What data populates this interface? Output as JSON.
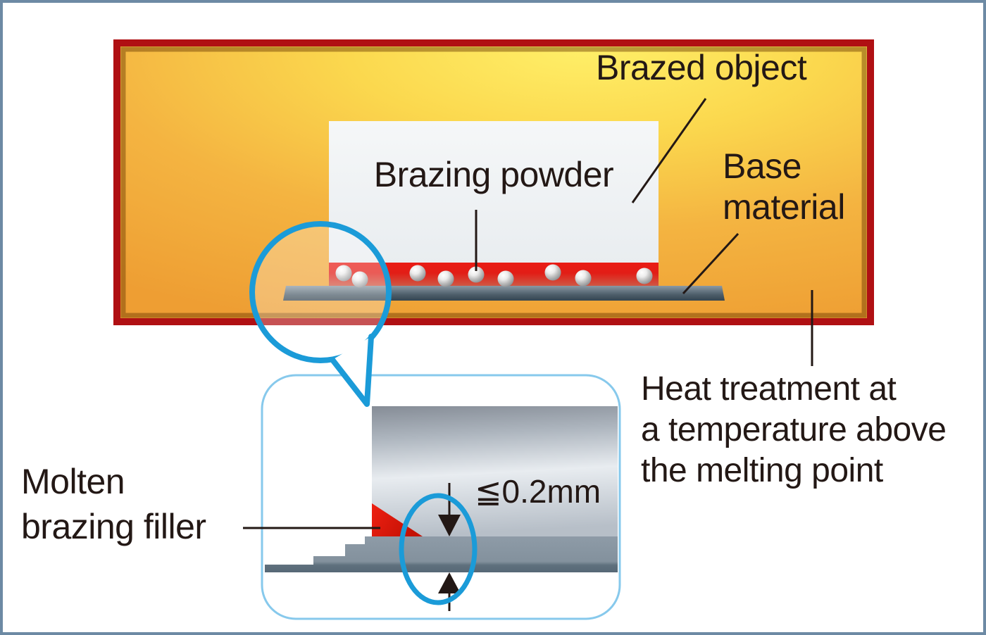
{
  "diagram": {
    "description": "Powder brazing process schematic: parts heated in a furnace, molten brazing filler fills a gap of 0.2 mm or less",
    "labels": {
      "brazed_object": "Brazed object",
      "brazing_powder": "Brazing powder",
      "base_material_line1": "Base",
      "base_material_line2": "material",
      "heat_treatment_line1": "Heat treatment at",
      "heat_treatment_line2": "a temperature above",
      "heat_treatment_line3": "the melting point",
      "molten_filler_line1": "Molten",
      "molten_filler_line2": "brazing filler",
      "max_gap": "≦0.2mm"
    },
    "colors": {
      "frame_border": "#6d8aa4",
      "furnace_border_red": "#b01013",
      "furnace_orange": "#ee9e33",
      "furnace_yellow": "#ffef68",
      "powder_layer_red": "#e7211a",
      "molten_filler_red": "#e41911",
      "base_metal_gray": "#4d5e6a",
      "magnifier_blue": "#1b9bd8",
      "inset_border_blue": "#87c9ec",
      "text_black": "#231815"
    },
    "powder_particle_count": 9
  }
}
